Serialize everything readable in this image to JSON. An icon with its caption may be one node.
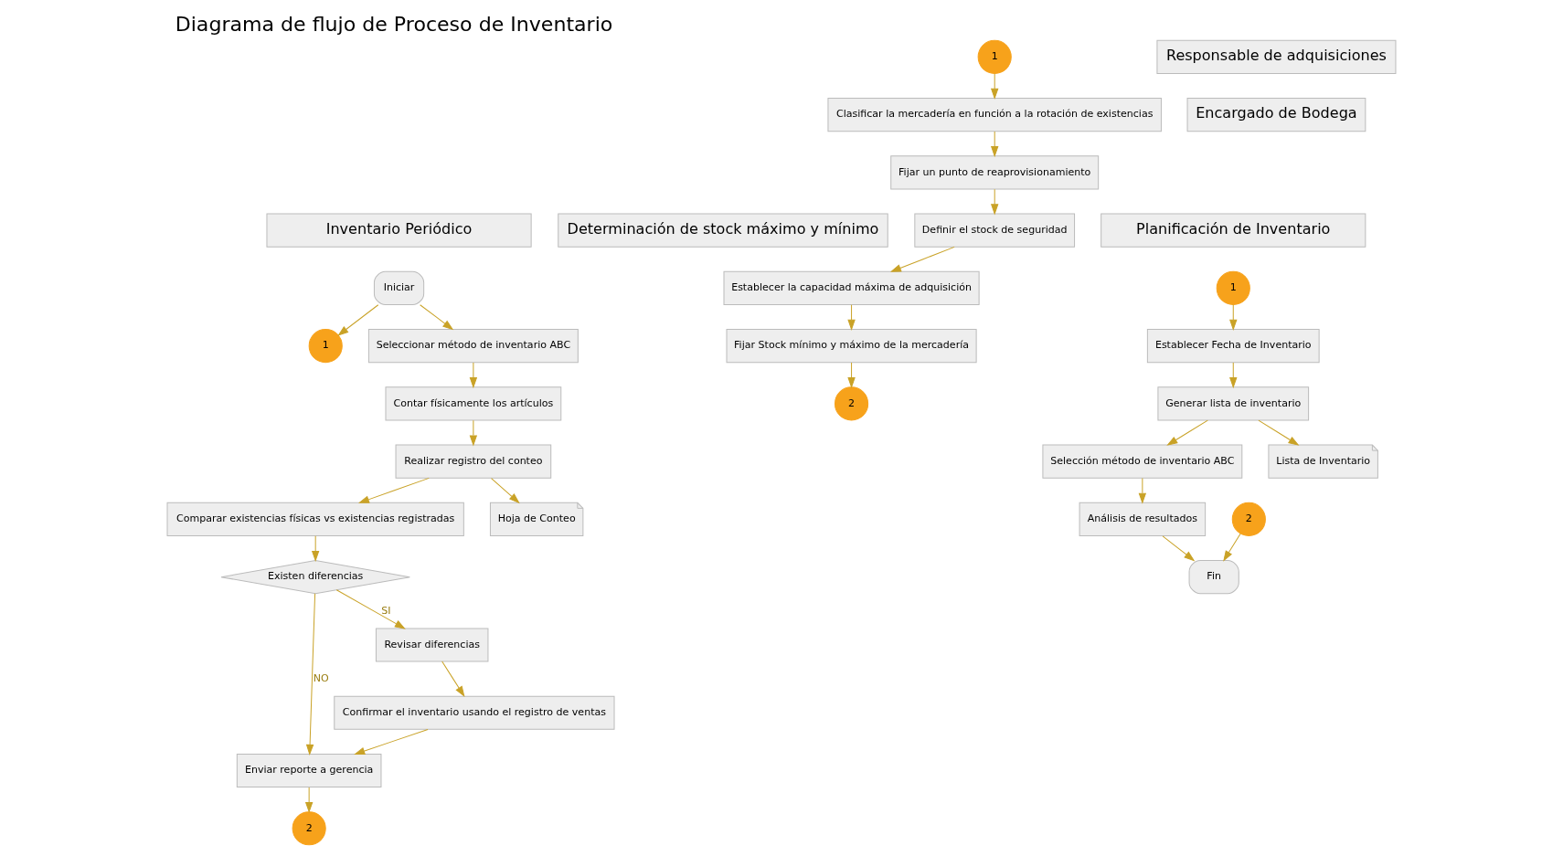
{
  "diagram": {
    "title": "Diagrama de flujo de Proceso de Inventario",
    "nodes": [
      {
        "text": [
          "Inventario Periódico"
        ]
      },
      {
        "text": [
          "Determinación de stock máximo y mínimo"
        ]
      },
      {
        "text": [
          "Planificación de Inventario"
        ]
      },
      {
        "text": [
          "Responsable de adquisiciones"
        ]
      },
      {
        "text": [
          "Encargado de Bodega"
        ]
      },
      {
        "text": [
          "Iniciar"
        ]
      },
      {
        "text": [
          "1"
        ]
      },
      {
        "text": [
          "Seleccionar método de inventario ABC"
        ]
      },
      {
        "text": [
          "Comparar existencias físicas vs existencias registradas"
        ]
      },
      {
        "text": [
          "Existen diferencias"
        ]
      },
      {
        "text": [
          "Confirmar el inventario usando el registro de ventas"
        ]
      },
      {
        "text": [
          "Enviar reporte a gerencia"
        ]
      },
      {
        "text": [
          "2"
        ]
      },
      {
        "text": [
          "Contar físicamente los artículos"
        ]
      },
      {
        "text": [
          "Realizar registro del conteo"
        ]
      },
      {
        "text": [
          "Hoja de Conteo"
        ]
      },
      {
        "text": [
          "Revisar diferencias"
        ]
      },
      {
        "text": [
          "Establecer la capacidad máxima de adquisición"
        ]
      },
      {
        "text": [
          "Fijar Stock mínimo y máximo de la mercadería"
        ]
      },
      {
        "text": [
          "Definir el stock de seguridad"
        ]
      },
      {
        "text": [
          "2"
        ]
      },
      {
        "text": [
          "Fijar un punto de reaprovisionamiento"
        ]
      },
      {
        "text": [
          "Clasificar la mercadería en función a la rotación de existencias"
        ]
      },
      {
        "text": [
          "1"
        ]
      },
      {
        "text": [
          "1"
        ]
      },
      {
        "text": [
          "Establecer Fecha de Inventario"
        ]
      },
      {
        "text": [
          "Selección método de inventario ABC"
        ]
      },
      {
        "text": [
          "Análisis de resultados"
        ]
      },
      {
        "text": [
          "Fin"
        ]
      },
      {
        "text": [
          "2"
        ]
      },
      {
        "text": [
          "Generar lista de inventario"
        ]
      },
      {
        "text": [
          "Lista de Inventario"
        ]
      }
    ],
    "edges": [
      {
        "from": 5,
        "to": 6,
        "arrow": "to"
      },
      {
        "from": 5,
        "to": 7,
        "arrow": "to"
      },
      {
        "from": 7,
        "to": 13,
        "arrow": "to"
      },
      {
        "from": 13,
        "to": 14,
        "arrow": "to"
      },
      {
        "from": 14,
        "to": 15,
        "arrow": "to"
      },
      {
        "from": 14,
        "to": 8,
        "arrow": "to"
      },
      {
        "from": 8,
        "to": 9,
        "arrow": "to"
      },
      {
        "from": 9,
        "to": 11,
        "arrow": "to",
        "label": "NO"
      },
      {
        "from": 9,
        "to": 16,
        "arrow": "to",
        "label": "SI"
      },
      {
        "from": 16,
        "to": 10,
        "arrow": "to"
      },
      {
        "from": 10,
        "to": 11,
        "arrow": "to"
      },
      {
        "from": 11,
        "to": 12,
        "arrow": "to"
      },
      {
        "from": 23,
        "to": 22,
        "arrow": "to"
      },
      {
        "from": 22,
        "to": 21,
        "arrow": "to"
      },
      {
        "from": 21,
        "to": 19,
        "arrow": "to"
      },
      {
        "from": 19,
        "to": 17,
        "arrow": "to"
      },
      {
        "from": 17,
        "to": 18,
        "arrow": "to"
      },
      {
        "from": 18,
        "to": 20,
        "arrow": "to"
      },
      {
        "from": 24,
        "to": 25,
        "arrow": "to"
      },
      {
        "from": 25,
        "to": 30,
        "arrow": "to"
      },
      {
        "from": 30,
        "to": 31,
        "arrow": "to"
      },
      {
        "from": 30,
        "to": 26,
        "arrow": "to"
      },
      {
        "from": 26,
        "to": 27,
        "arrow": "to"
      },
      {
        "from": 27,
        "to": 28,
        "arrow": "to"
      },
      {
        "from": 29,
        "to": 28,
        "arrow": "to"
      }
    ]
  }
}
